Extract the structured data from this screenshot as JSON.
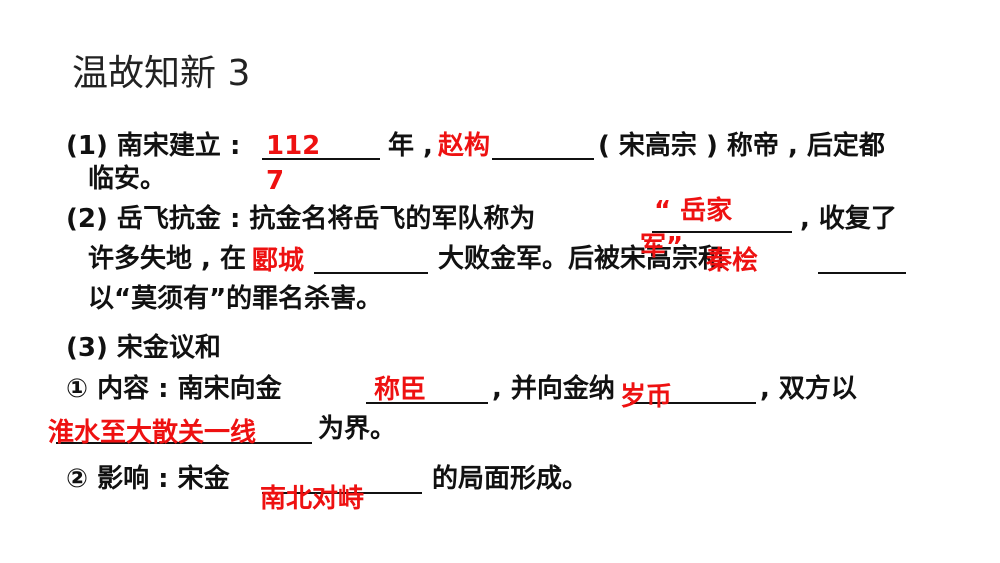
{
  "title": "温故知新 3",
  "item1": {
    "part_a": "(1) 南宋建立 :",
    "part_b": "年 ,",
    "part_c": "( 宋高宗 ) 称帝 , 后定都",
    "cont": "临安。",
    "answer_year_1": "112",
    "answer_year_2": "7",
    "answer_emperor": "赵构"
  },
  "item2": {
    "part_a": "(2) 岳飞抗金 : 抗金名将岳飞的军队称为",
    "part_b": ", 收复了",
    "line2_a": "许多失地 , 在",
    "line2_b": "大败金军。后被宋高宗和",
    "line3": "以“莫须有”的罪名杀害。",
    "answer_army_1": "“ 岳家",
    "answer_army_2": "军”",
    "answer_city": "郾城",
    "answer_minister": "秦桧"
  },
  "item3": {
    "heading": "(3) 宋金议和",
    "content_a": "① 内容 : 南宋向金",
    "content_b": ", 并向金纳",
    "content_c": ", 双方以",
    "content_d": "为界。",
    "impact_a": "② 影响 : 宋金",
    "impact_b": "的局面形成。",
    "answer_vassal": "称臣",
    "answer_tribute": "岁币",
    "answer_border": "淮水至大散关一线",
    "answer_impact": "南北对峙"
  }
}
